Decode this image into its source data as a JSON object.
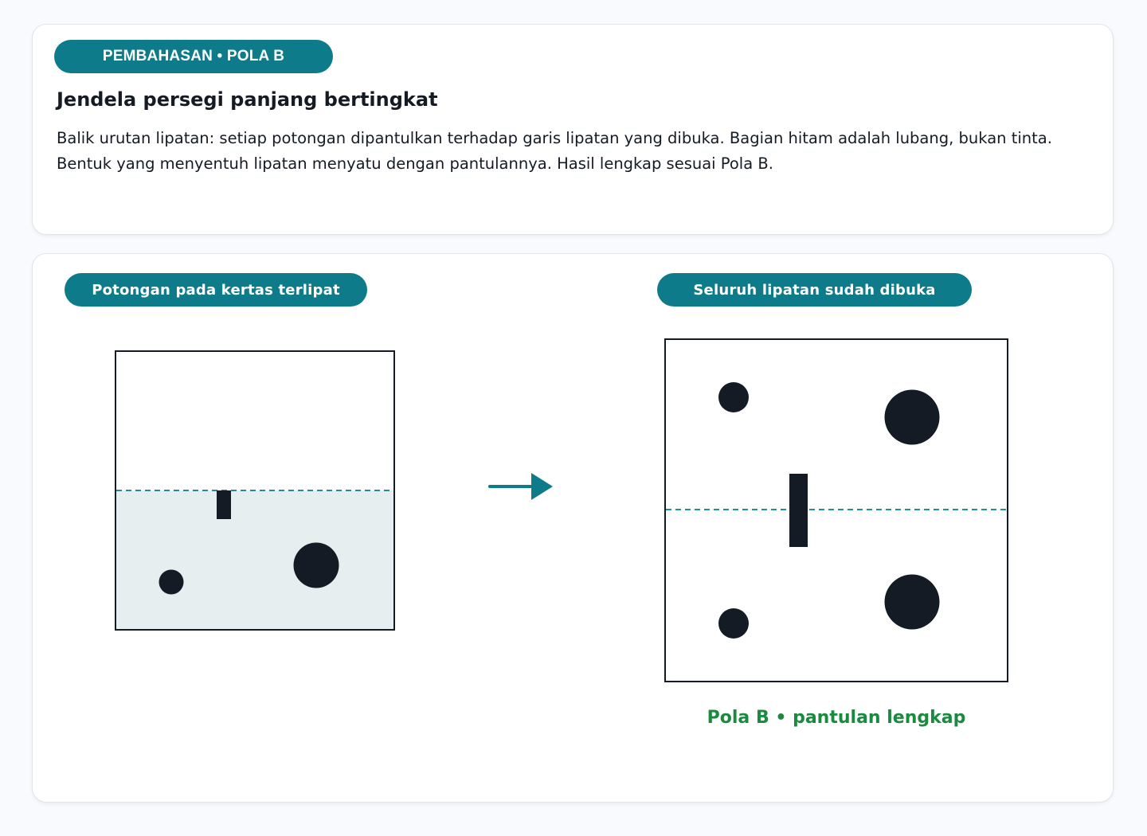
{
  "header": {
    "badge": "PEMBAHASAN • POLA B",
    "title": "Jendela persegi panjang bertingkat",
    "description": "Balik urutan lipatan: setiap potongan dipantulkan terhadap garis lipatan yang dibuka. Bagian hitam adalah lubang, bukan tinta. Bentuk yang menyentuh lipatan menyatu dengan pantulannya. Hasil lengkap sesuai Pola B."
  },
  "panels": {
    "folded_label": "Potongan pada kertas terlipat",
    "unfolded_label": "Seluruh lipatan sudah dibuka",
    "result_caption": "Pola B • pantulan lengkap"
  },
  "colors": {
    "accent": "#0d7b8a",
    "hole": "#141b24",
    "folded_area": "#e6eef0",
    "success_text": "#1a8a3e"
  },
  "icons": {
    "transition": "arrow-right-icon"
  }
}
